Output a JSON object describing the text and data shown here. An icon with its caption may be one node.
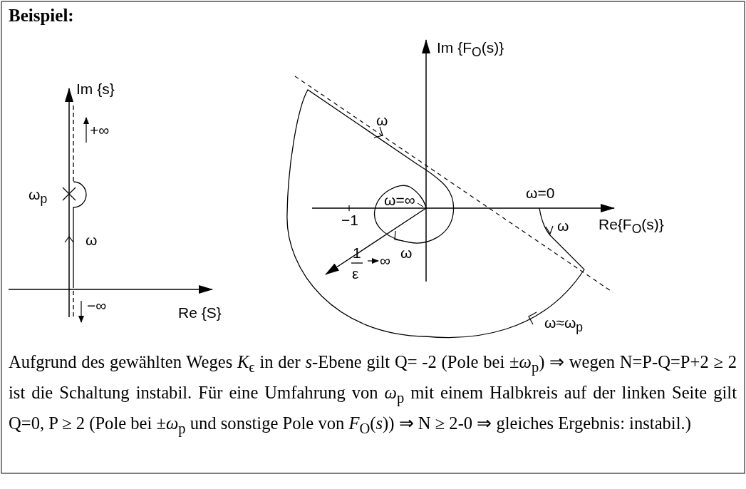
{
  "diagram": {
    "title": "Beispiel:",
    "labels": [
      "Im {F$_{O}$(s)}",
      "Im {s}",
      "ω",
      "+∞",
      "ω=∞",
      "ω$_{p}$",
      "ω=0",
      "−1",
      "ω",
      "Re{F$_{O}$(s)}",
      "ω",
      "ω",
      "1",
      "ε",
      "∞",
      "−∞",
      "Re {S}",
      "ω≈ω$_{p}$"
    ],
    "caption": "Aufgrund des gewählten Weges *K*$_{ϵ}$ in der *s*-Ebene gilt Q= -2 (Pole bei ±*ω*$_{p}$) ⇒ wegen N=P-Q=P+2 ≥ 2 ist die Schaltung instabil. Für eine Umfahrung von *ω*$_{p}$ mit einem Halbkreis auf der linken Seite gilt Q=0, P ≥ 2 (Pole bei ±*ω*$_{p}$ und sonstige Pole von *F*$_{O}$(*s*)) ⇒ N ≥ 2-0 ⇒ gleiches Ergebnis: instabil.)"
  }
}
